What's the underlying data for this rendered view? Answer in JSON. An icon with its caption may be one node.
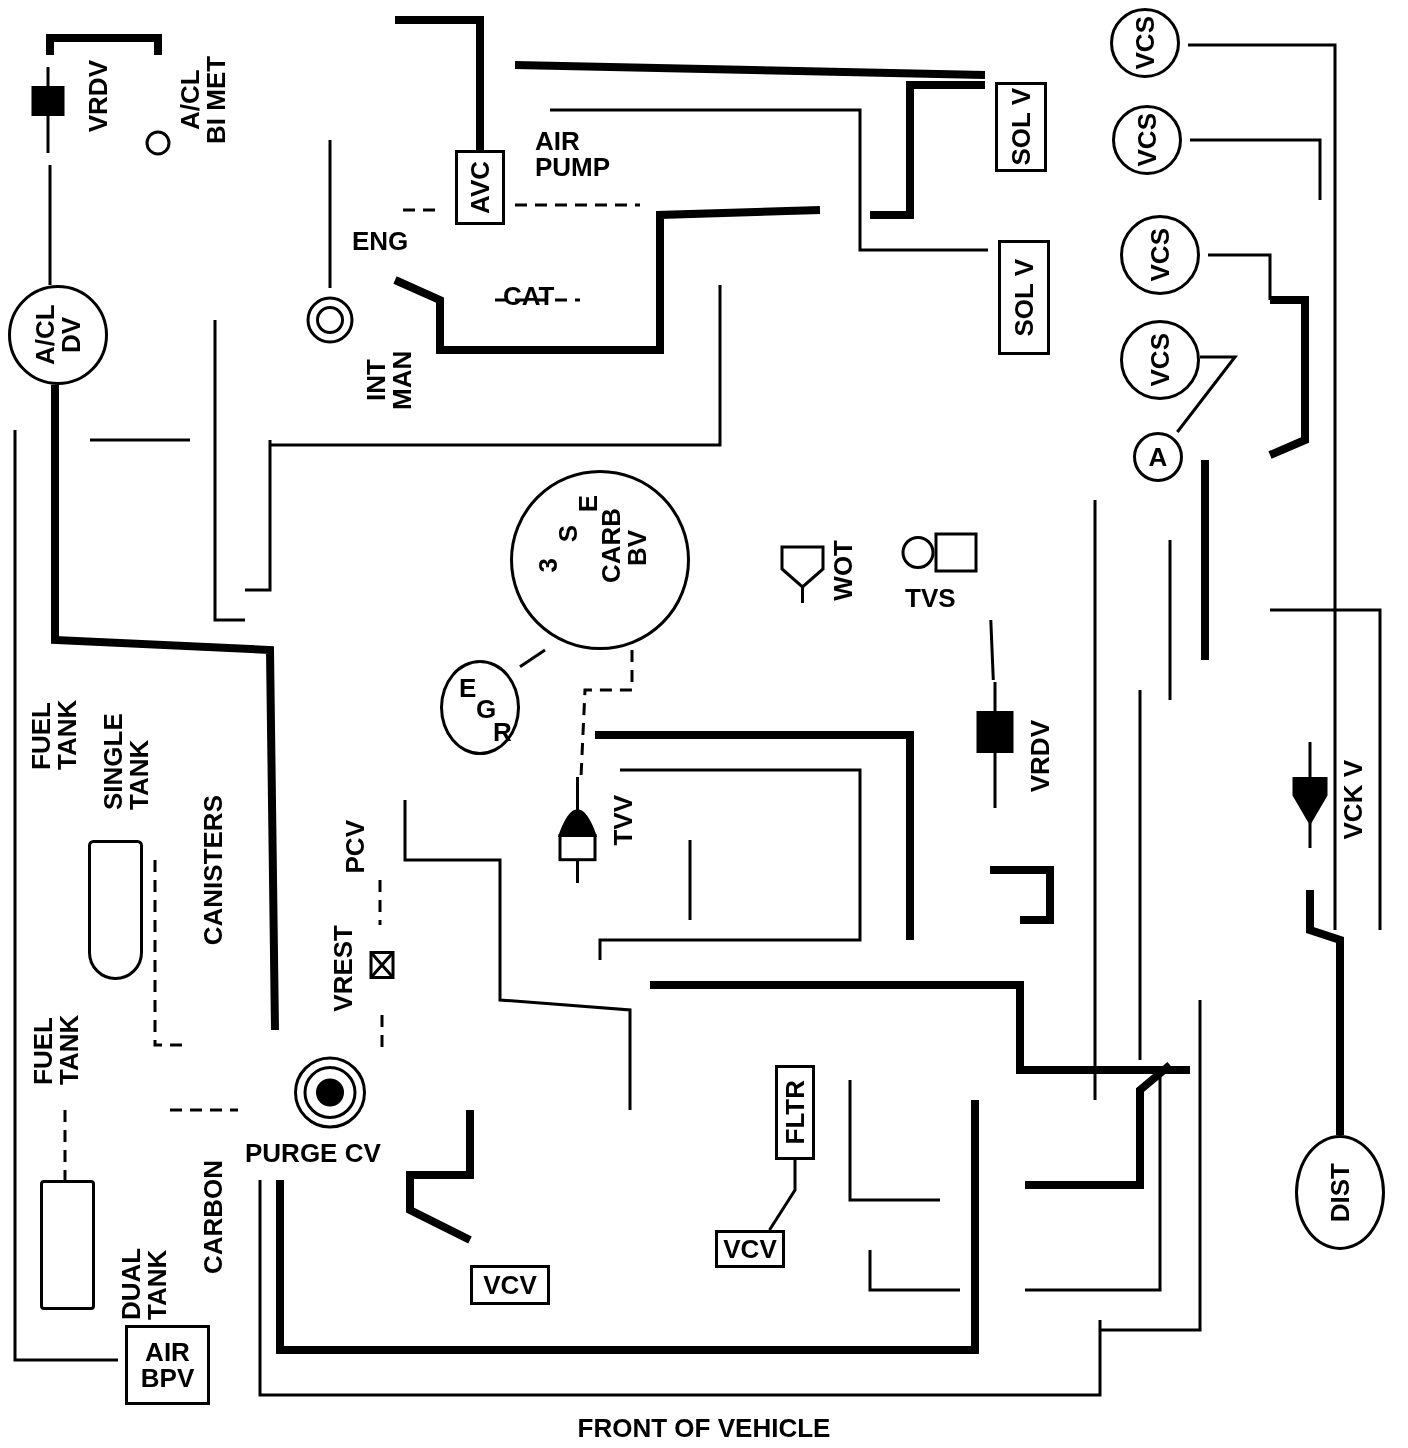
{
  "diagram": {
    "caption": "FRONT OF VEHICLE",
    "nodes": [
      {
        "text": [
          "VRDV"
        ]
      },
      {
        "text": [
          "A/CL BI MET"
        ]
      },
      {
        "text": [
          "A/CL DV"
        ]
      },
      {
        "text": [
          "AVC"
        ]
      },
      {
        "text": [
          "SOL V"
        ]
      },
      {
        "text": [
          "SOL V"
        ]
      },
      {
        "text": [
          "VCS"
        ]
      },
      {
        "text": [
          "VCS"
        ]
      },
      {
        "text": [
          "VCS"
        ]
      },
      {
        "text": [
          "VCS"
        ]
      },
      {
        "text": [
          "A"
        ]
      },
      {
        "text": [
          "CARB BV",
          "3",
          "S",
          "E"
        ]
      },
      {
        "text": [
          "E",
          "G",
          "R"
        ]
      },
      {
        "text": [
          "INT MAN"
        ]
      },
      {
        "text": [
          "WOT"
        ]
      },
      {
        "text": [
          "TVS"
        ]
      },
      {
        "text": [
          "VRDV"
        ]
      },
      {
        "text": [
          "TVV"
        ]
      },
      {
        "text": [
          "VCK V"
        ]
      },
      {
        "text": [
          "DIST"
        ]
      },
      {
        "text": [
          "VREST"
        ]
      },
      {
        "text": [
          "PURGE CV"
        ]
      },
      {
        "text": [
          "FLTR"
        ]
      },
      {
        "text": [
          "VCV"
        ]
      },
      {
        "text": [
          "VCV"
        ]
      },
      {
        "text": [
          "AIR BPV"
        ]
      },
      {
        "text": [],
        "shape": "box"
      },
      {
        "text": [],
        "shape": "box"
      }
    ],
    "edges": [
      {
        "from": 0,
        "to": 2,
        "arrow": "none"
      },
      {
        "from": 0,
        "to": 1,
        "arrow": "none",
        "style": "thick"
      },
      {
        "from": 10,
        "to": 9,
        "arrow": "none"
      },
      {
        "from": 11,
        "to": 12,
        "arrow": "none"
      },
      {
        "from": 15,
        "to": 16,
        "arrow": "none"
      },
      {
        "from": 18,
        "to": 19,
        "arrow": "none",
        "style": "thick"
      },
      {
        "from": 20,
        "to": 21,
        "arrow": "none",
        "style": "dashed"
      },
      {
        "from": 22,
        "to": 23,
        "arrow": "none"
      },
      {
        "from": 17,
        "to": 11,
        "arrow": "none",
        "style": "dashed"
      }
    ],
    "labels": [
      "AIR PUMP",
      "ENG",
      "CAT",
      "FUEL TANK",
      "SINGLE TANK",
      "CANISTERS",
      "PCV",
      "FUEL TANK",
      "DUAL TANK",
      "CARBON"
    ]
  }
}
